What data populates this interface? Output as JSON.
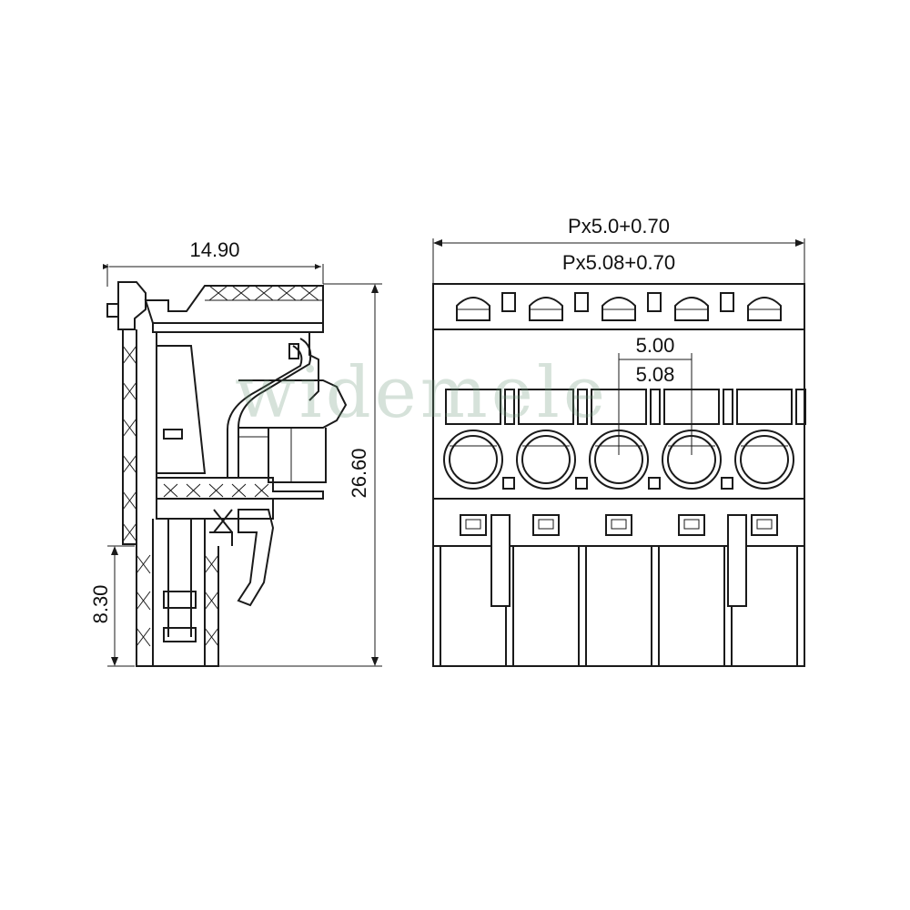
{
  "watermark": "widemele",
  "side_view": {
    "width_label": "14.90",
    "height_label": "26.60",
    "lower_height_label": "8.30"
  },
  "front_view": {
    "overall_label_1": "Px5.0+0.70",
    "overall_label_2": "Px5.08+0.70",
    "pitch_label_1": "5.00",
    "pitch_label_2": "5.08",
    "positions": 5
  },
  "colors": {
    "line": "#1a1a1a",
    "watermark": "#6f9a7c",
    "background": "#ffffff"
  }
}
